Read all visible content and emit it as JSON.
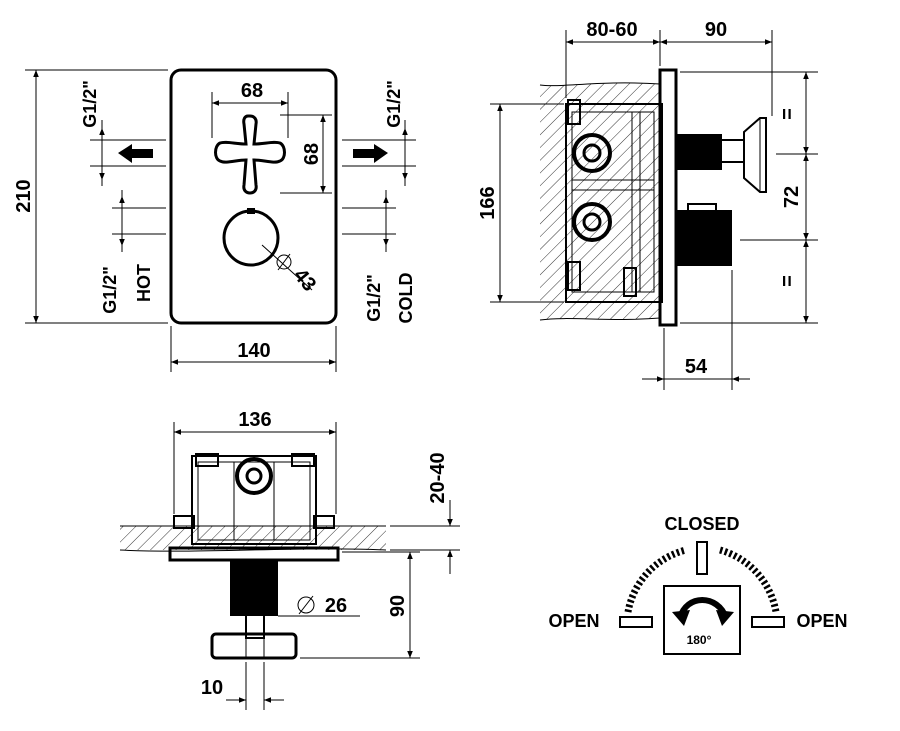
{
  "front_view": {
    "dim_height": "210",
    "dim_width": "140",
    "dim_handle_w": "68",
    "dim_handle_h": "68",
    "dim_knob": "43",
    "conn_left_top": "G1/2\"",
    "conn_right_top": "G1/2\"",
    "conn_left_bottom": "G1/2\"",
    "conn_right_bottom": "G1/2\"",
    "label_hot": "HOT",
    "label_cold": "COLD"
  },
  "side_view": {
    "dim_wall": "80-60",
    "dim_projection": "90",
    "dim_height": "166",
    "dim_spacing": "72",
    "dim_equal_top": "=",
    "dim_equal_bottom": "=",
    "dim_depth": "54"
  },
  "top_view": {
    "dim_width": "136",
    "dim_wall": "20-40",
    "dim_diameter": "26",
    "dim_projection": "90",
    "dim_small": "10"
  },
  "rotation_diagram": {
    "label_closed": "CLOSED",
    "label_open_left": "OPEN",
    "label_open_right": "OPEN",
    "label_angle": "180°"
  }
}
